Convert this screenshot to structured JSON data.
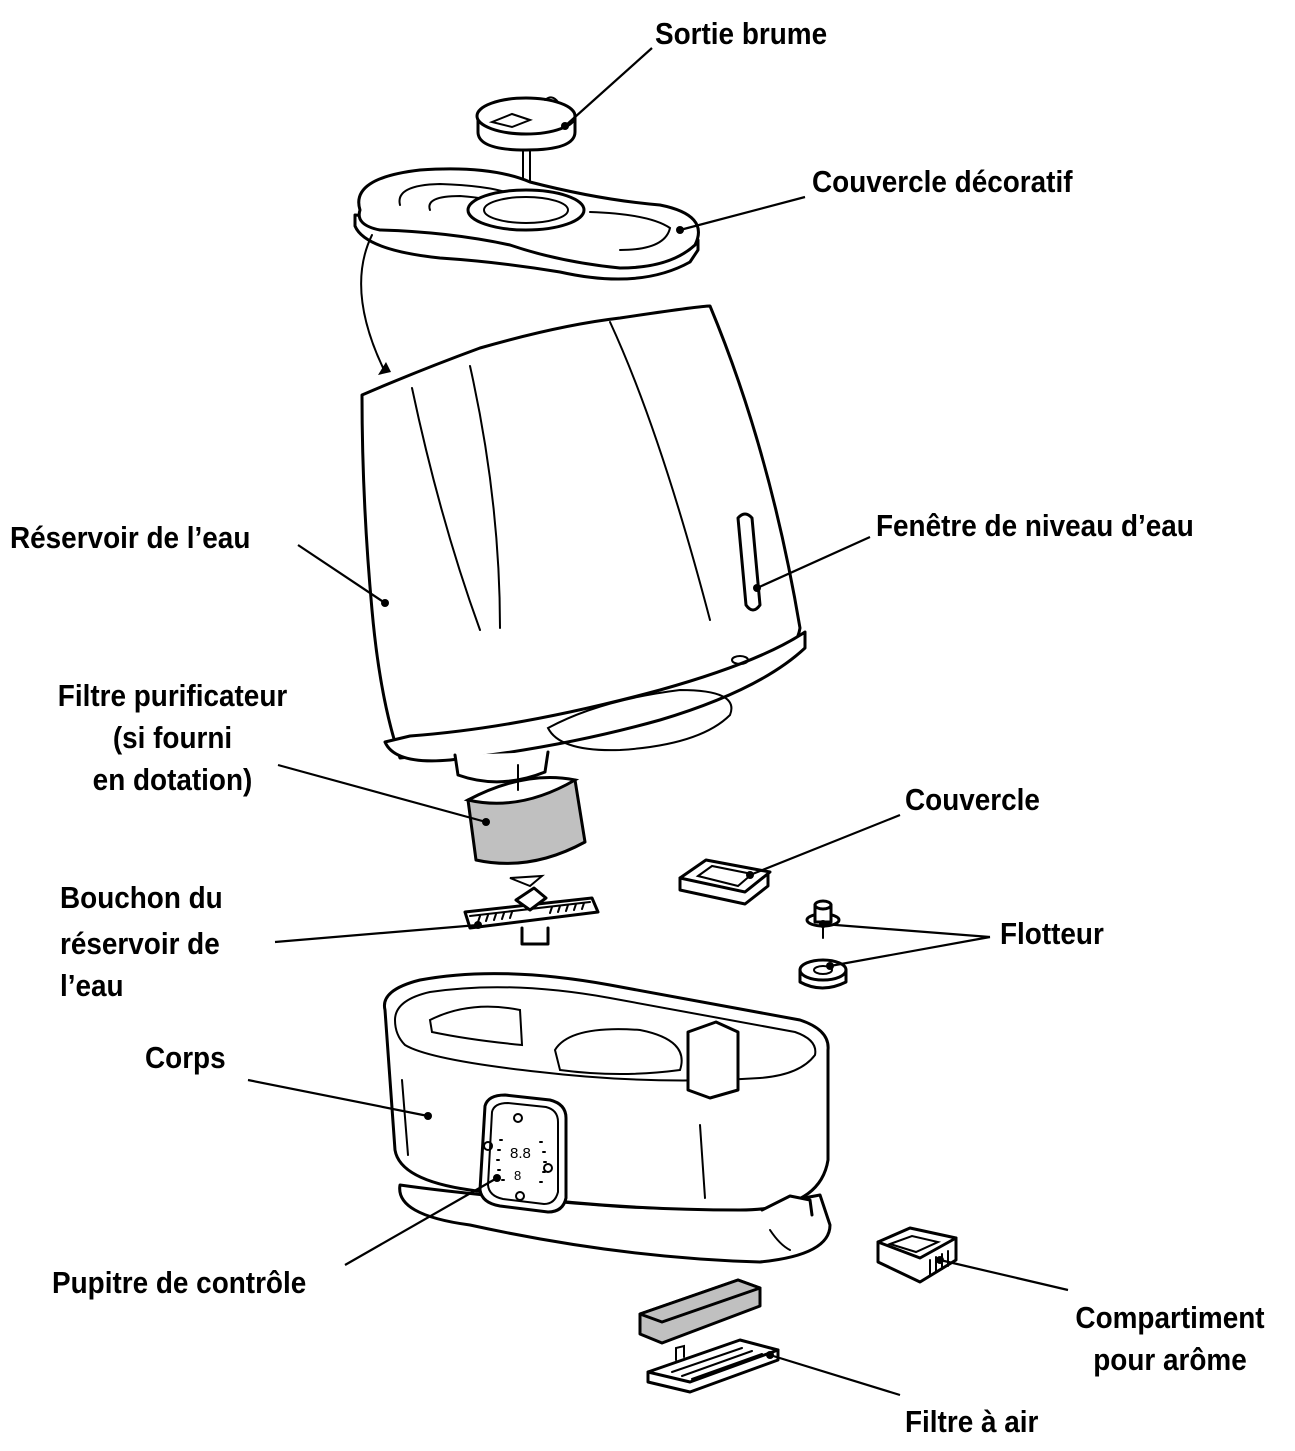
{
  "labels": {
    "sortie_brume": "Sortie brume",
    "couvercle_decoratif": "Couvercle décoratif",
    "reservoir": "Réservoir de l’eau",
    "fenetre": "Fenêtre de niveau d’eau",
    "filtre_purificateur": [
      "Filtre purificateur",
      "(si fourni",
      "en dotation)"
    ],
    "couvercle": "Couvercle",
    "bouchon": [
      "Bouchon du",
      "réservoir de",
      "l’eau"
    ],
    "flotteur": "Flotteur",
    "corps": "Corps",
    "pupitre": "Pupitre de contrôle",
    "compartiment": [
      "Compartiment",
      "pour arôme"
    ],
    "filtre_air": "Filtre à air"
  },
  "colors": {
    "line": "#000000",
    "filter_fill": "#c0c0c0",
    "background": "#ffffff"
  }
}
